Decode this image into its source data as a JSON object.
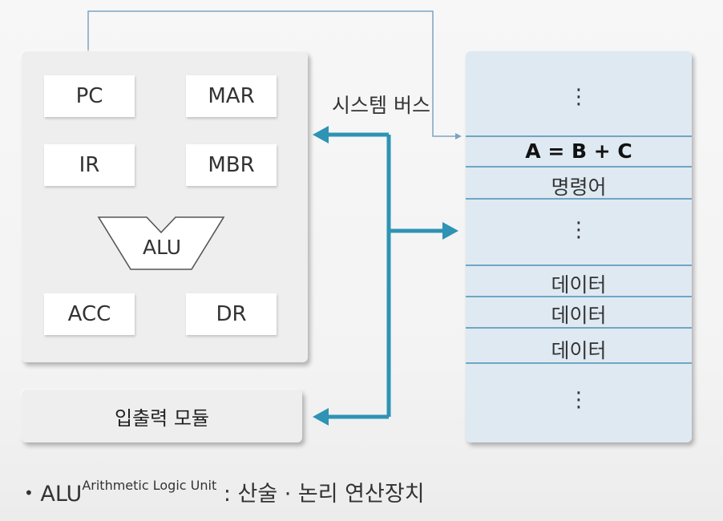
{
  "cpu": {
    "registers": {
      "pc": "PC",
      "mar": "MAR",
      "ir": "IR",
      "mbr": "MBR",
      "acc": "ACC",
      "dr": "DR"
    },
    "alu_label": "ALU"
  },
  "io_module_label": "입출력 모듈",
  "system_bus_label": "시스템 버스",
  "memory": {
    "vertical_dots": "⋮",
    "instruction_expr": "A = B + C",
    "instruction_label": "명령어",
    "data_cells": [
      "데이터",
      "데이터",
      "데이터"
    ]
  },
  "footnote": {
    "bullet": "•",
    "term": "ALU",
    "term_superscript": "Arithmetic Logic Unit",
    "definition": ": 산술 · 논리 연산장치"
  },
  "colors": {
    "bus_arrow": "#2e93b5",
    "pc_wire": "#7fa3c0",
    "memory_bg": "#dfe9f2",
    "memory_lines": "#6fa6c4"
  }
}
